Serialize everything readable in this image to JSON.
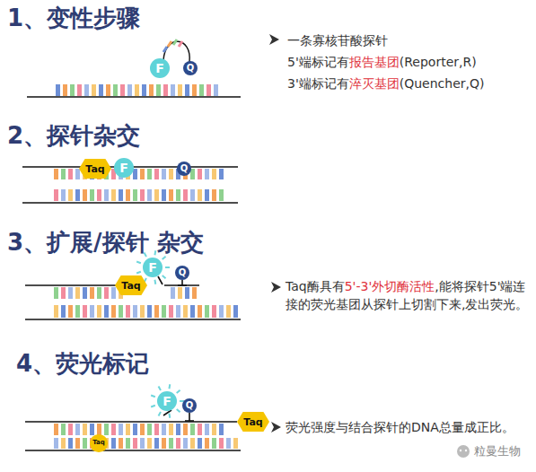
{
  "diagram": {
    "nodes": [
      {
        "text": [
          "F"
        ]
      },
      {
        "text": [
          "Q"
        ]
      },
      {
        "text": [
          "Taq"
        ]
      },
      {
        "text": [
          "F"
        ]
      },
      {
        "text": [
          "Q"
        ]
      },
      {
        "text": [
          "Taq"
        ]
      },
      {
        "text": [
          "F"
        ]
      },
      {
        "text": [
          "Q"
        ]
      },
      {
        "text": [
          "F"
        ]
      },
      {
        "text": [
          "Q"
        ]
      },
      {
        "text": [
          "Taq"
        ]
      },
      {
        "text": [
          "Taq"
        ]
      }
    ],
    "labels": [
      "1、变性步骤",
      "一条寡核苷酸探针",
      "5'端标记有",
      "报告基团",
      "(Reporter,R)",
      "3'端标记有",
      "淬灭基团",
      "(Quencher,Q)",
      "2、探针杂交",
      "3、扩展/探针 杂交",
      "Taq酶具有",
      "5'-3'外切酶活性",
      ",能将探针5'端连接的荧光基团从探针上切割下来,发出荧光。",
      "4、荧光标记",
      "荧光强度与结合探针的DNA总量成正比。",
      "粒曼生物"
    ]
  }
}
